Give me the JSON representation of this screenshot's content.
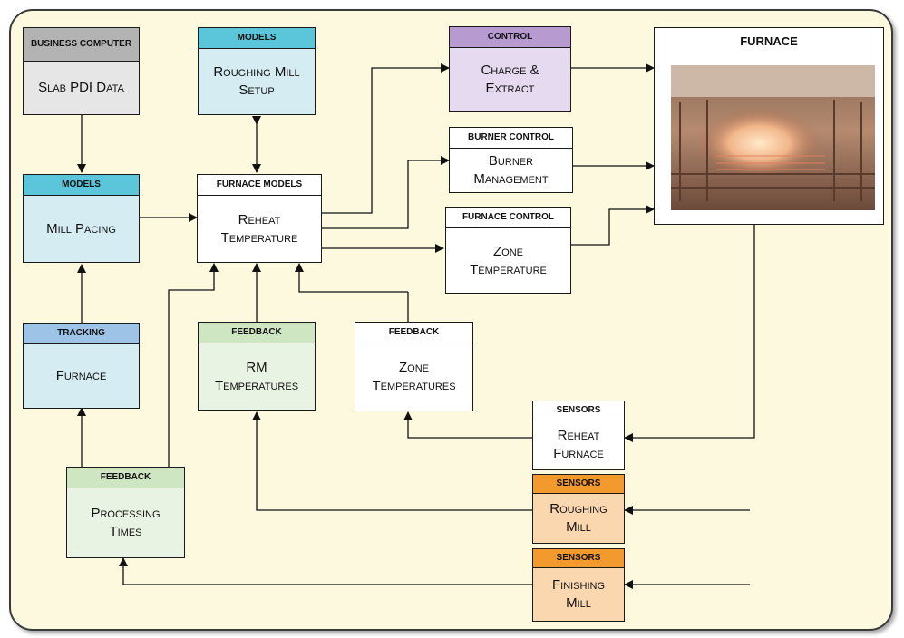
{
  "boxes": {
    "business_computer": {
      "header": "Business Computer",
      "body": "Slab PDI Data"
    },
    "models_roughing": {
      "header": "Models",
      "body": "Roughing Mill\nSetup"
    },
    "control_charge": {
      "header": "Control",
      "body": "Charge &\nExtract"
    },
    "furnace_main": {
      "header": "Furnace"
    },
    "burner_control": {
      "header": "Burner Control",
      "body": "Burner\nManagement"
    },
    "models_pacing": {
      "header": "Models",
      "body": "Mill Pacing"
    },
    "furnace_models": {
      "header": "Furnace Models",
      "body": "Reheat\nTemperature"
    },
    "furnace_control": {
      "header": "Furnace Control",
      "body": "Zone\nTemperature"
    },
    "tracking": {
      "header": "Tracking",
      "body": "Furnace"
    },
    "feedback_rm": {
      "header": "Feedback",
      "body": "RM\nTemperatures"
    },
    "feedback_zone": {
      "header": "Feedback",
      "body": "Zone\nTemperatures"
    },
    "sensors_reheat": {
      "header": "Sensors",
      "body": "Reheat\nFurnace"
    },
    "feedback_processing": {
      "header": "Feedback",
      "body": "Processing\nTimes"
    },
    "sensors_roughing": {
      "header": "Sensors",
      "body": "Roughing\nMill"
    },
    "sensors_finishing": {
      "header": "Sensors",
      "body": "Finishing\nMill"
    }
  },
  "colors": {
    "gray_header": "#b3b3b3",
    "gray_body": "#e6e6e6",
    "teal_header": "#5bc6d9",
    "teal_body": "#d4ecf2",
    "purple_header": "#b69ad0",
    "purple_body": "#e6daf0",
    "blue_header": "#9dc3e6",
    "green_header": "#cfe6c2",
    "green_body": "#e9f3e3",
    "orange_header": "#f39a2f",
    "orange_body": "#fbd7b0",
    "white": "#ffffff",
    "panel": "#fdf9df"
  }
}
